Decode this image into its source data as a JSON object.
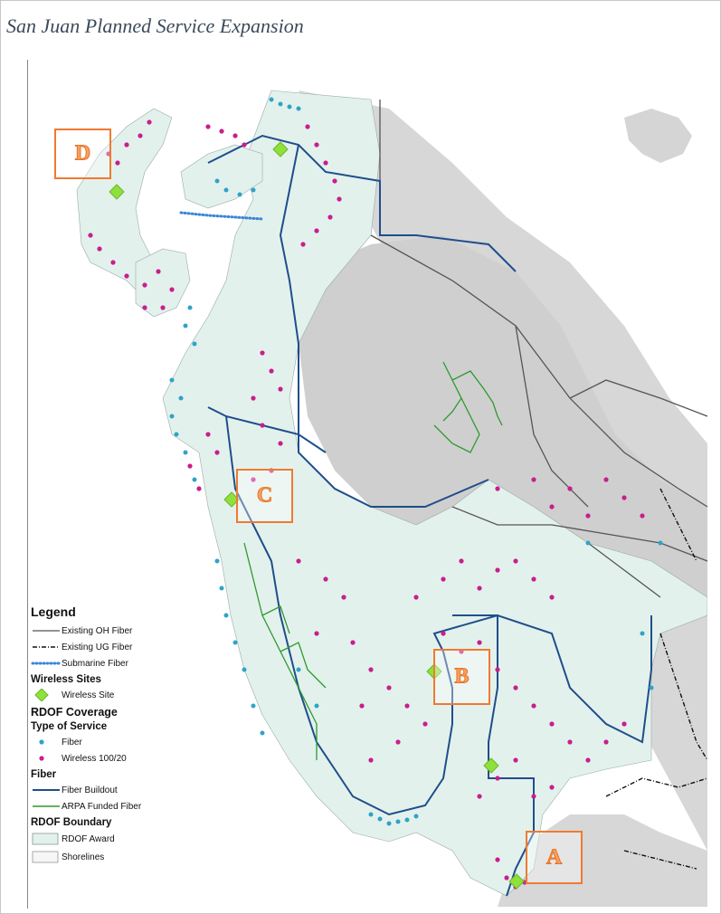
{
  "map": {
    "title": "San Juan Planned Service Expansion",
    "colors": {
      "coverage_fill": "#e6f2ee",
      "terrain": "#d9d9d9",
      "wireless_dot": "#c81e8e",
      "fiber_dot": "#2fa3c7",
      "fiber_buildout": "#1f4e8c",
      "arpa_fiber": "#2e9a2e",
      "wireless_site": "#8fe03a",
      "marker_outline": "#f07a30"
    },
    "markers": [
      {
        "id": "A",
        "label": "A"
      },
      {
        "id": "B",
        "label": "B"
      },
      {
        "id": "C",
        "label": "C"
      },
      {
        "id": "D",
        "label": "D"
      }
    ]
  },
  "legend": {
    "heading": "Legend",
    "lines": {
      "existing_oh": "Existing OH Fiber",
      "existing_ug": "Existing UG Fiber",
      "submarine": "Submarine Fiber"
    },
    "wireless_sites_heading": "Wireless Sites",
    "wireless_site": "Wireless Site",
    "rdof_coverage_heading": "RDOF Coverage",
    "type_of_service_heading": "Type of Service",
    "fiber_service": "Fiber",
    "wireless_service": "Wireless 100/20",
    "fiber_heading": "Fiber",
    "fiber_buildout": "Fiber Buildout",
    "arpa_funded": "ARPA Funded Fiber",
    "rdof_boundary_heading": "RDOF Boundary",
    "rdof_award": "RDOF Award",
    "shorelines": "Shorelines"
  }
}
